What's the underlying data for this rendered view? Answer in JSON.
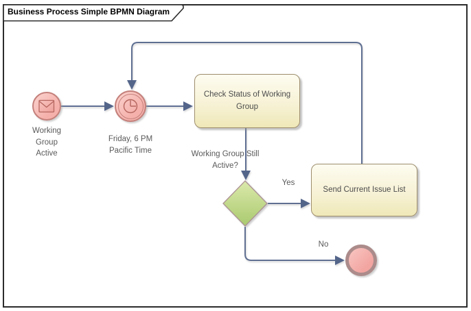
{
  "title_tab": {
    "title": "Business Process Simple BPMN Diagram"
  },
  "nodes": {
    "start_event": {
      "type": "message start event",
      "icon": "envelope-icon",
      "label": "Working Group Active"
    },
    "timer_event": {
      "type": "timer intermediate event",
      "icon": "clock-icon",
      "label": "Friday, 6 PM Pacific Time"
    },
    "task_check": {
      "type": "task",
      "label": "Check Status of Working Group"
    },
    "gateway": {
      "type": "exclusive gateway",
      "label": "Working Group Still Active?"
    },
    "task_send": {
      "type": "task",
      "label": "Send Current Issue List"
    },
    "end_event": {
      "type": "end event"
    }
  },
  "edge_labels": {
    "yes": "Yes",
    "no": "No"
  },
  "colors": {
    "event_fill": "#f8bcb8",
    "event_border": "#c4807b",
    "end_event_border": "#ac8b8b",
    "task_fill_top": "#fdfcf0",
    "task_fill_bottom": "#efe8b8",
    "task_border": "#9d8d6c",
    "gateway_fill_top": "#dbe9ab",
    "gateway_fill_bottom": "#a9c96e",
    "gateway_border": "#ab9193",
    "connector": "#5f6f92",
    "label_text": "#595959",
    "frame_border": "#2b2b2b"
  }
}
